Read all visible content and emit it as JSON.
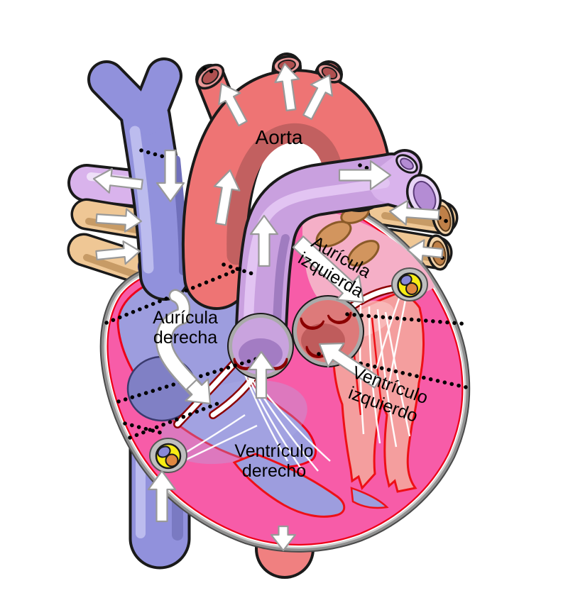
{
  "diagram": {
    "subject": "human-heart-anatomy-diagram-spanish",
    "background": "#ffffff",
    "labels": {
      "aorta": "Aorta",
      "auricula_izquierda_1": "Aurícula",
      "auricula_izquierda_2": "izquierda",
      "auricula_derecha_1": "Aurícula",
      "auricula_derecha_2": "derecha",
      "ventriculo_izquierdo_1": "Ventrículo",
      "ventriculo_izquierdo_2": "izquierdo",
      "ventriculo_derecho_1": "Ventrículo",
      "ventriculo_derecho_2": "derecho"
    },
    "icons": {
      "flow_arrow": "white outlined arrow showing blood flow direction",
      "leader_dots": "black dotted leader line",
      "node_marker": "yellow ring with blue and orange vessels (cut coronary vessels)"
    },
    "colors": {
      "aorta_red": "#EE7474",
      "aorta_shadow": "#C26060",
      "vena_cava_blue": "#9191DC",
      "pulmonary_artery_violet": "#C9A0DF",
      "pulmonary_vein_tan": "#EFC795",
      "lavender_vessel": "#D9B3EC",
      "myocardium_pink": "#F75CA8",
      "right_chambers_periwinkle": "#9D9DDE",
      "left_atrium_pink": "#F5AFC7",
      "left_ventricle_salmon": "#F49E9E",
      "pericardium_gray": "#909090",
      "inner_red_line": "#EE0018",
      "valve_dark_red": "#8B0000",
      "node_yellow": "#F7EC13",
      "node_orange": "#E08840",
      "node_blue": "#8888D8",
      "arrow_white": "#FFFFFF",
      "label_black": "#000000"
    }
  }
}
